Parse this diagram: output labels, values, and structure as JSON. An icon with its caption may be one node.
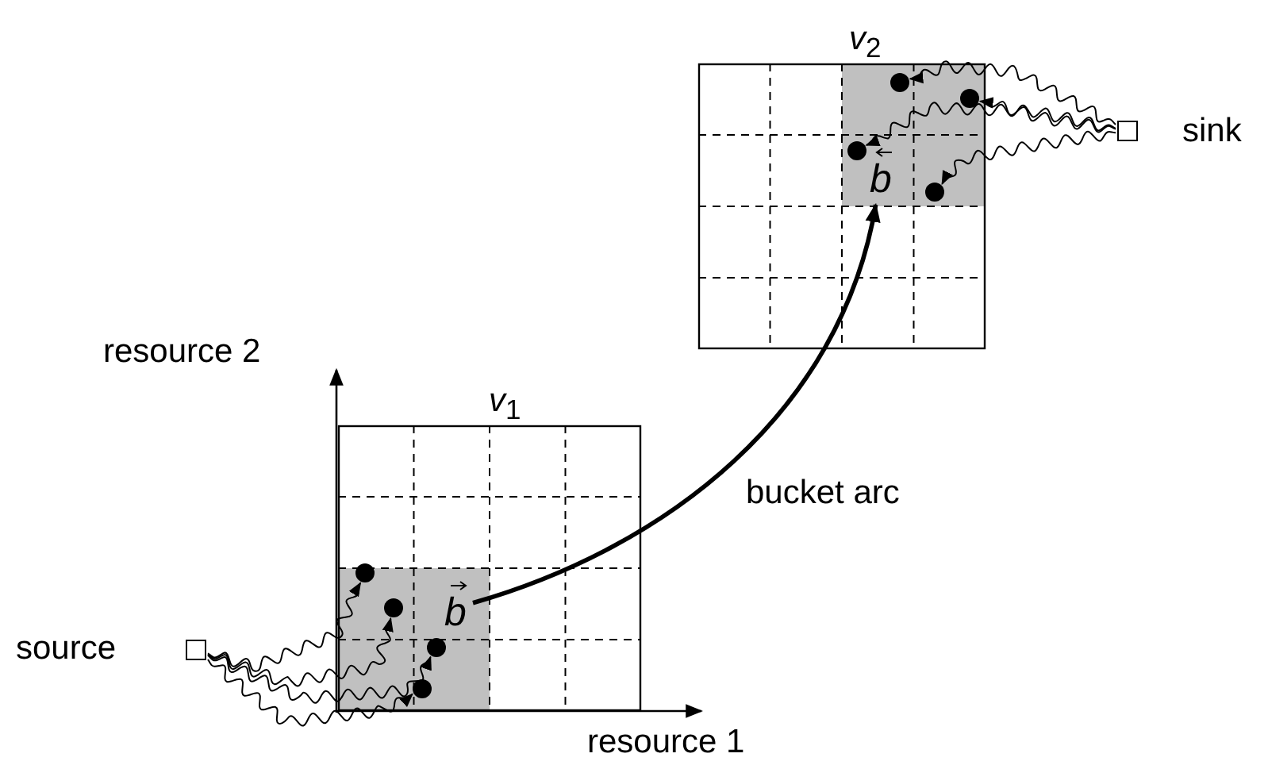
{
  "diagram": {
    "nodes": [
      {
        "text": [
          "*v*$_{2}$"
        ]
      },
      {
        "text": [],
        "shape": "circle",
        "in": 0
      },
      {
        "text": [],
        "shape": "circle",
        "in": 0
      },
      {
        "text": [],
        "shape": "circle",
        "in": 0
      },
      {
        "text": [],
        "shape": "circle",
        "in": 0
      },
      {
        "text": [
          "b"
        ],
        "in": 0
      },
      {
        "text": [],
        "shape": "box",
        "beside": [
          "sink"
        ]
      },
      {
        "text": [
          "*v*$_{1}$"
        ]
      },
      {
        "text": [],
        "shape": "circle",
        "in": 7
      },
      {
        "text": [],
        "shape": "circle",
        "in": 7
      },
      {
        "text": [],
        "shape": "circle",
        "in": 7
      },
      {
        "text": [],
        "shape": "circle",
        "in": 7
      },
      {
        "text": [
          "b"
        ],
        "in": 7
      },
      {
        "text": [],
        "shape": "box",
        "beside": [
          "source"
        ]
      }
    ],
    "edges": [
      {
        "from": 13,
        "to": 8,
        "arrow": "to"
      },
      {
        "from": 13,
        "to": 9,
        "arrow": "to"
      },
      {
        "from": 13,
        "to": 10,
        "arrow": "to"
      },
      {
        "from": 13,
        "to": 11,
        "arrow": "to"
      },
      {
        "from": 6,
        "to": 1,
        "arrow": "to"
      },
      {
        "from": 6,
        "to": 2,
        "arrow": "to"
      },
      {
        "from": 6,
        "to": 3,
        "arrow": "to"
      },
      {
        "from": 6,
        "to": 4,
        "arrow": "to"
      },
      {
        "from": 12,
        "to": 5,
        "arrow": "to",
        "style": "thick",
        "label": "bucket arc"
      }
    ],
    "labels": [
      "resource 2",
      "resource 1"
    ]
  }
}
